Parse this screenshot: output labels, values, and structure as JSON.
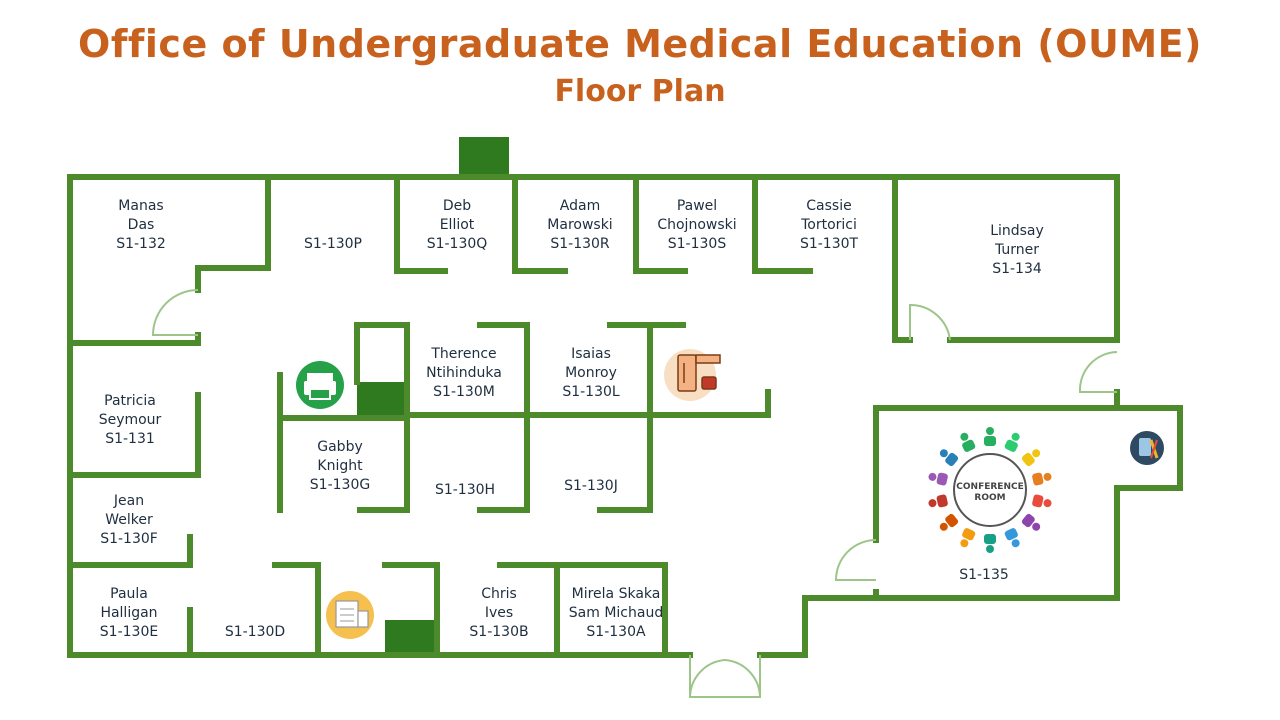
{
  "header": {
    "title": "Office of Undergraduate Medical Education (OUME)",
    "subtitle": "Floor Plan"
  },
  "colors": {
    "wall": "#4d8a2c",
    "title": "#c8611e",
    "text": "#1f2f40"
  },
  "rooms": [
    {
      "id": "s1-132",
      "lines": [
        "Manas",
        "Das",
        "S1-132"
      ]
    },
    {
      "id": "s1-130p",
      "lines": [
        "S1-130P"
      ]
    },
    {
      "id": "s1-130q",
      "lines": [
        "Deb",
        "Elliot",
        "S1-130Q"
      ]
    },
    {
      "id": "s1-130r",
      "lines": [
        "Adam",
        "Marowski",
        "S1-130R"
      ]
    },
    {
      "id": "s1-130s",
      "lines": [
        "Pawel",
        "Chojnowski",
        "S1-130S"
      ]
    },
    {
      "id": "s1-130t",
      "lines": [
        "Cassie",
        "Tortorici",
        "S1-130T"
      ]
    },
    {
      "id": "s1-134",
      "lines": [
        "Lindsay",
        "Turner",
        "S1-134"
      ]
    },
    {
      "id": "s1-131",
      "lines": [
        "Patricia",
        "Seymour",
        "S1-131"
      ]
    },
    {
      "id": "s1-130m",
      "lines": [
        "Therence",
        "Ntihinduka",
        "S1-130M"
      ]
    },
    {
      "id": "s1-130l",
      "lines": [
        "Isaias",
        "Monroy",
        "S1-130L"
      ]
    },
    {
      "id": "s1-130g",
      "lines": [
        "Gabby",
        "Knight",
        "S1-130G"
      ]
    },
    {
      "id": "s1-130h",
      "lines": [
        "S1-130H"
      ]
    },
    {
      "id": "s1-130j",
      "lines": [
        "S1-130J"
      ]
    },
    {
      "id": "s1-130f",
      "lines": [
        "Jean",
        "Welker",
        "S1-130F"
      ]
    },
    {
      "id": "s1-130e",
      "lines": [
        "Paula",
        "Halligan",
        "S1-130E"
      ]
    },
    {
      "id": "s1-130d",
      "lines": [
        "S1-130D"
      ]
    },
    {
      "id": "s1-130b",
      "lines": [
        "Chris",
        "Ives",
        "S1-130B"
      ]
    },
    {
      "id": "s1-130a",
      "lines": [
        "Mirela Skaka",
        "Sam Michaud",
        "S1-130A"
      ]
    },
    {
      "id": "s1-135",
      "lines": [
        "S1-135"
      ]
    }
  ],
  "conference": {
    "line1": "CONFERENCE",
    "line2": "ROOM"
  },
  "icons": [
    "printer-icon",
    "coffee-machine-icon",
    "copier-icon",
    "tools-icon",
    "conference-room-icon"
  ]
}
